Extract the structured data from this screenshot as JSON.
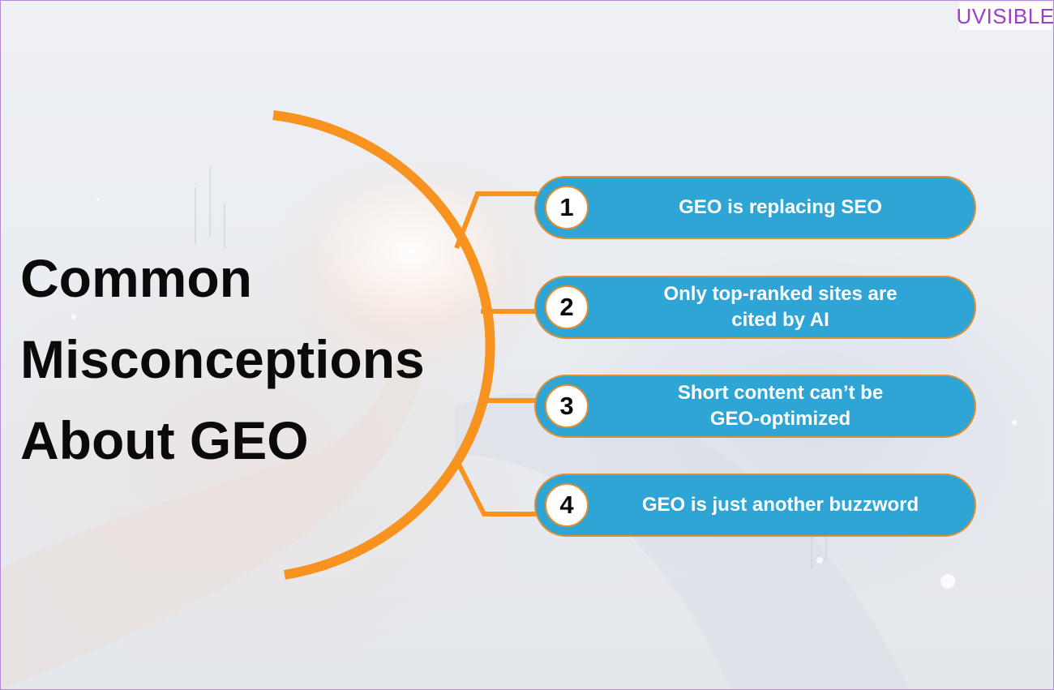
{
  "logo": {
    "text": "UVISIBLE"
  },
  "title": {
    "lines": [
      "Common",
      "Misconceptions",
      "About GEO"
    ]
  },
  "items": [
    {
      "number": "1",
      "text": "GEO is replacing SEO"
    },
    {
      "number": "2",
      "text": "Only top-ranked sites are\ncited by AI"
    },
    {
      "number": "3",
      "text": "Short content can’t be\nGEO-optimized"
    },
    {
      "number": "4",
      "text": "GEO is just another buzzword"
    }
  ],
  "colors": {
    "accent": "#f7931e",
    "item_fill": "#2ea5d4",
    "item_border": "#e2902f",
    "title": "#0a0a0a",
    "logo": "#9b3fc7"
  }
}
